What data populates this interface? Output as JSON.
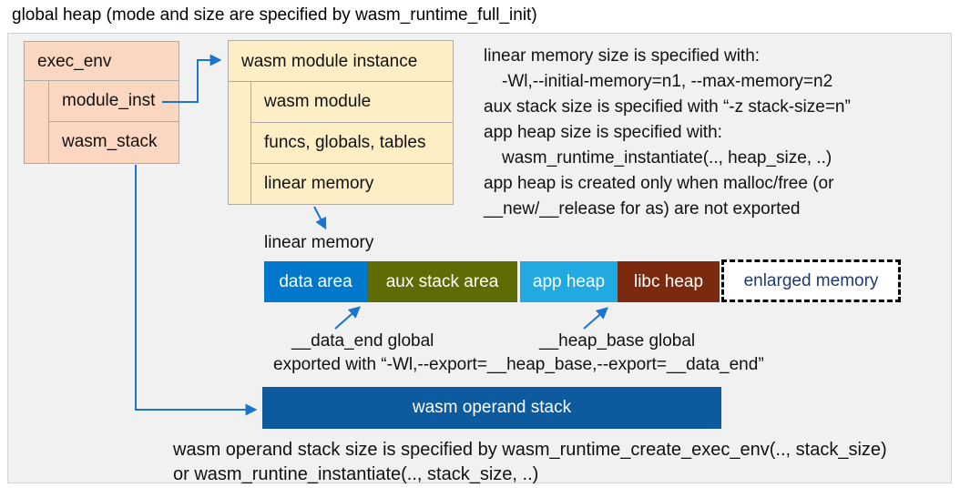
{
  "title": "global heap (mode and size are specified by wasm_runtime_full_init)",
  "exec_env": {
    "header": "exec_env",
    "rows": [
      "module_inst",
      "wasm_stack"
    ]
  },
  "module_instance": {
    "header": "wasm module instance",
    "rows": [
      "wasm module",
      "funcs, globals, tables",
      "linear memory"
    ]
  },
  "notes_right": {
    "lines": [
      "linear memory size is specified with:",
      "-Wl,--initial-memory=n1, --max-memory=n2",
      "aux stack size is specified with “-z stack-size=n”",
      "app heap size is specified with:",
      "wasm_runtime_instantiate(.., heap_size, ..)",
      "app heap is created only when malloc/free (or",
      "__new/__release for as) are not exported"
    ]
  },
  "linear_memory": {
    "label": "linear memory",
    "segments": [
      {
        "label": "data area",
        "color": "#0079cc"
      },
      {
        "label": "aux stack area",
        "color": "#5f6c06"
      },
      {
        "label": "app heap",
        "color": "#21a9e1"
      },
      {
        "label": "libc heap",
        "color": "#7b2a10"
      }
    ],
    "enlarged": {
      "label": "enlarged memory",
      "text_color": "#1e3a6e"
    }
  },
  "annotations": {
    "data_end": "__data_end global",
    "heap_base": "__heap_base global",
    "exported": "exported with “-Wl,--export=__heap_base,--export=__data_end”"
  },
  "operand_stack": {
    "label": "wasm operand stack",
    "color": "#0e5a9e"
  },
  "bottom_note": {
    "line1": "wasm operand stack size is specified by wasm_runtime_create_exec_env(.., stack_size)",
    "line2": "or wasm_runtine_instantiate(.., stack_size, ..)"
  },
  "colors": {
    "panel_bg": "#f1f1f1",
    "pink_box": "#fbd7c2",
    "cream_box": "#fdeec6",
    "box_border": "#aeaba7",
    "arrow": "#1b75d0"
  }
}
